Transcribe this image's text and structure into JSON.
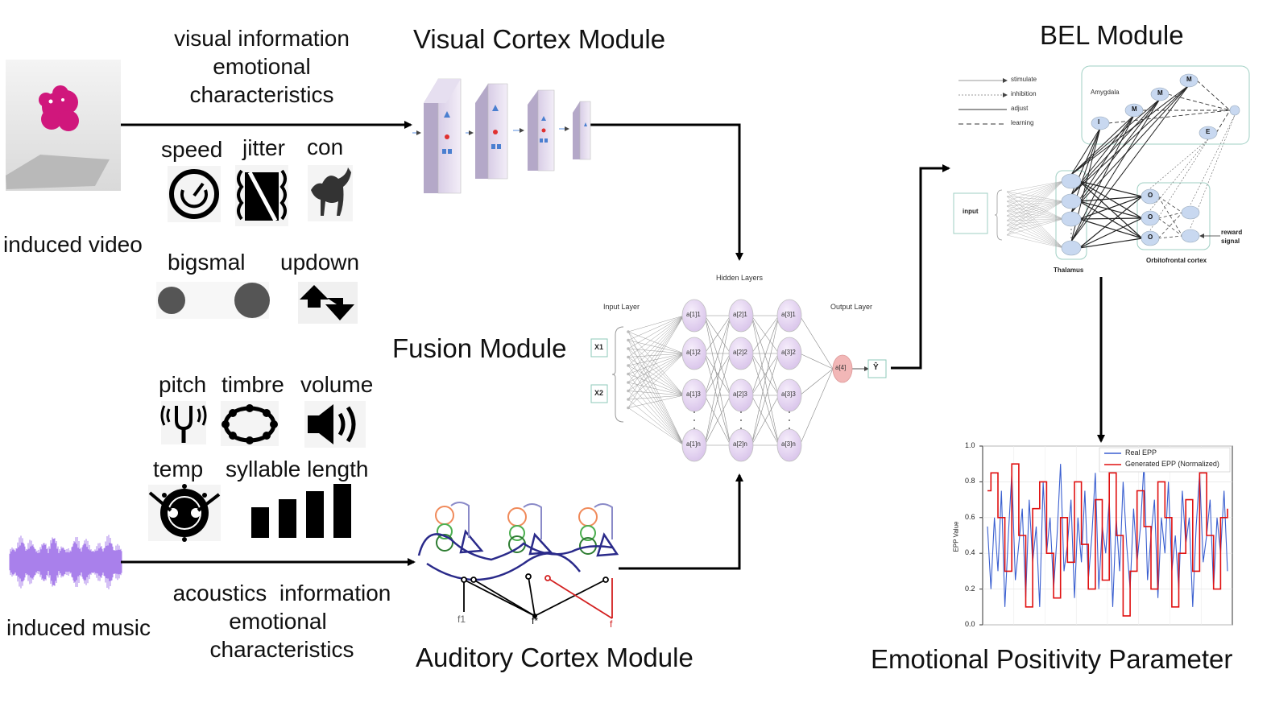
{
  "titles": {
    "visual_cortex": "Visual Cortex Module",
    "bel": "BEL Module",
    "fusion": "Fusion Module",
    "auditory_cortex": "Auditory Cortex Module",
    "epp": "Emotional Positivity Parameter"
  },
  "inputs": {
    "video_label": "induced video",
    "music_label": "induced music",
    "visual_info": [
      "visual information",
      "emotional",
      "characteristics"
    ],
    "acoustic_info": [
      "acoustics  information",
      "emotional",
      "characteristics"
    ]
  },
  "visual_features": [
    {
      "label": "speed",
      "icon": "speedometer-icon"
    },
    {
      "label": "jitter",
      "icon": "jitter-icon"
    },
    {
      "label": "con",
      "icon": "scared-cat-icon"
    },
    {
      "label": "bigsmal",
      "icon": "big-small-circles-icon"
    },
    {
      "label": "updown",
      "icon": "up-down-arrows-icon"
    }
  ],
  "audio_features": [
    {
      "label": "pitch",
      "icon": "tuning-fork-icon"
    },
    {
      "label": "timbre",
      "icon": "timbre-ring-icon"
    },
    {
      "label": "volume",
      "icon": "speaker-icon"
    },
    {
      "label": "temp",
      "icon": "drum-icon"
    },
    {
      "label": "syllable length",
      "icon": "bars-icon"
    }
  ],
  "fusion_net": {
    "input_layer": "Input Layer",
    "hidden_layers": "Hidden Layers",
    "output_layer": "Output Layer",
    "inputs": [
      "X1",
      "X2"
    ],
    "h1": [
      "a[1]1",
      "a[1]2",
      "a[1]3",
      "a[1]n"
    ],
    "h2": [
      "a[2]1",
      "a[2]2",
      "a[2]3",
      "a[2]n"
    ],
    "h3": [
      "a[3]1",
      "a[3]2",
      "a[3]3",
      "a[3]n"
    ],
    "out_node": "a[4]",
    "output": "Ŷ"
  },
  "bel_net": {
    "legend": [
      "stimulate",
      "inhibition",
      "adjust",
      "learning"
    ],
    "amygdala": "Amygdala",
    "thalamus": "Thalamus",
    "ofc": "Orbitofrontal cortex",
    "input": "input",
    "reward": [
      "reward",
      "signal"
    ],
    "node_m": "M",
    "node_i": "I",
    "node_e": "E",
    "node_o": "O"
  },
  "auditory_net": {
    "labels": [
      "f1",
      "f*",
      "f"
    ]
  },
  "chart_data": {
    "type": "line",
    "ylabel": "EPP Value",
    "ylim": [
      0.0,
      1.0
    ],
    "yticks": [
      "0.0",
      "0.2",
      "0.4",
      "0.6",
      "0.8",
      "1.0"
    ],
    "legend": "top-right",
    "grid": true,
    "series": [
      {
        "name": "Real EPP",
        "color": "#3a5fd0",
        "values": [
          0.55,
          0.2,
          0.6,
          0.3,
          0.75,
          0.1,
          0.5,
          0.85,
          0.25,
          0.45,
          0.65,
          0.15,
          0.7,
          0.35,
          0.55,
          0.1,
          0.8,
          0.4,
          0.6,
          0.2,
          0.5,
          0.9,
          0.3,
          0.45,
          0.7,
          0.15,
          0.6,
          0.35,
          0.75,
          0.25,
          0.5,
          0.85,
          0.2,
          0.55,
          0.4,
          0.7,
          0.1,
          0.6,
          0.3,
          0.8,
          0.45,
          0.2,
          0.65,
          0.35,
          0.55,
          0.9,
          0.25,
          0.5,
          0.7,
          0.15,
          0.6,
          0.4,
          0.8,
          0.3,
          0.5,
          0.2,
          0.75,
          0.45,
          0.6,
          0.1,
          0.55,
          0.85,
          0.35,
          0.5,
          0.7,
          0.2,
          0.6,
          0.4,
          0.75,
          0.3
        ]
      },
      {
        "name": "Generated EPP (Normalized)",
        "color": "#e01010",
        "values": [
          0.75,
          0.85,
          0.85,
          0.6,
          0.6,
          0.3,
          0.3,
          0.9,
          0.9,
          0.5,
          0.5,
          0.1,
          0.1,
          0.65,
          0.65,
          0.8,
          0.8,
          0.4,
          0.4,
          0.15,
          0.15,
          0.6,
          0.6,
          0.35,
          0.35,
          0.8,
          0.8,
          0.45,
          0.45,
          0.2,
          0.2,
          0.7,
          0.7,
          0.25,
          0.25,
          0.85,
          0.85,
          0.5,
          0.5,
          0.05,
          0.05,
          0.3,
          0.3,
          0.75,
          0.75,
          0.55,
          0.55,
          0.2,
          0.2,
          0.8,
          0.8,
          0.6,
          0.6,
          0.1,
          0.1,
          0.4,
          0.4,
          0.7,
          0.7,
          0.3,
          0.3,
          0.85,
          0.85,
          0.5,
          0.5,
          0.2,
          0.2,
          0.6,
          0.6,
          0.65
        ]
      }
    ]
  },
  "colors": {
    "arrow": "#000000",
    "node_purple": "#e4d6ef",
    "node_red": "#f2b7b7",
    "bel_node": "#c8d8f0",
    "bel_box": "#9fcfc3",
    "real_epp": "#3a5fd0",
    "generated_epp": "#e01010"
  }
}
